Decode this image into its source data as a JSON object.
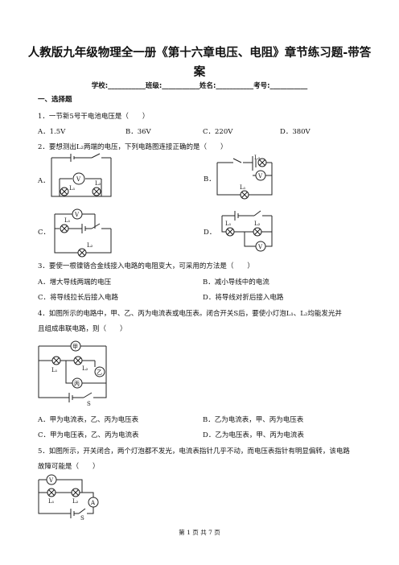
{
  "title_line1": "人教版九年级物理全一册《第十六章电压、电阻》章节练习题-带答",
  "title_line2": "案",
  "info": "学校:___________班级:___________姓名:___________考号:___________",
  "section": "一、选择题",
  "q1": {
    "stem": "1．一节新5号干电池电压是（　　）",
    "options": [
      "A．1.5V",
      "B．36V",
      "C．220V",
      "D．380V"
    ]
  },
  "q2": {
    "stem": "2．要想测出L₂两端的电压，下列电路图连接正确的是（　　）",
    "labels": [
      "A．",
      "B．",
      "C．",
      "D．"
    ],
    "l1": "L₁",
    "l2": "L₂",
    "v": "V"
  },
  "q3": {
    "stem": "3．要使一根镍铬合金线接入电路的电阻变大，可采用的方法是（　　）",
    "options": [
      "A．增大导线两端的电压",
      "B．减小导线中的电流",
      "C．将导线拉长后接入电路",
      "D．将导线对折后接入电路"
    ]
  },
  "q4": {
    "stem1": "4．如图所示的电路中，甲、乙、丙为电流表或电压表。闭合开关S后，要使小灯泡L₁、L₂均能发光并",
    "stem2": "且组成串联电路，则（　　）",
    "meters": [
      "甲",
      "乙",
      "丙"
    ],
    "s": "S",
    "options": [
      "A．甲为电流表，乙、丙为电压表",
      "B．乙为电流表，甲、丙为电压表",
      "C．甲为电压表，乙、丙为电流表",
      "D．乙为电压表，甲、丙为电流表"
    ]
  },
  "q5": {
    "stem1": "5．如图所示，开关闭合，两个灯泡都不发光，电流表指针几乎不动，而电压表指针有明显偏转，该电路",
    "stem2": "故障可能是（　　）",
    "a": "A"
  },
  "footer": "第 1 页 共 7 页"
}
